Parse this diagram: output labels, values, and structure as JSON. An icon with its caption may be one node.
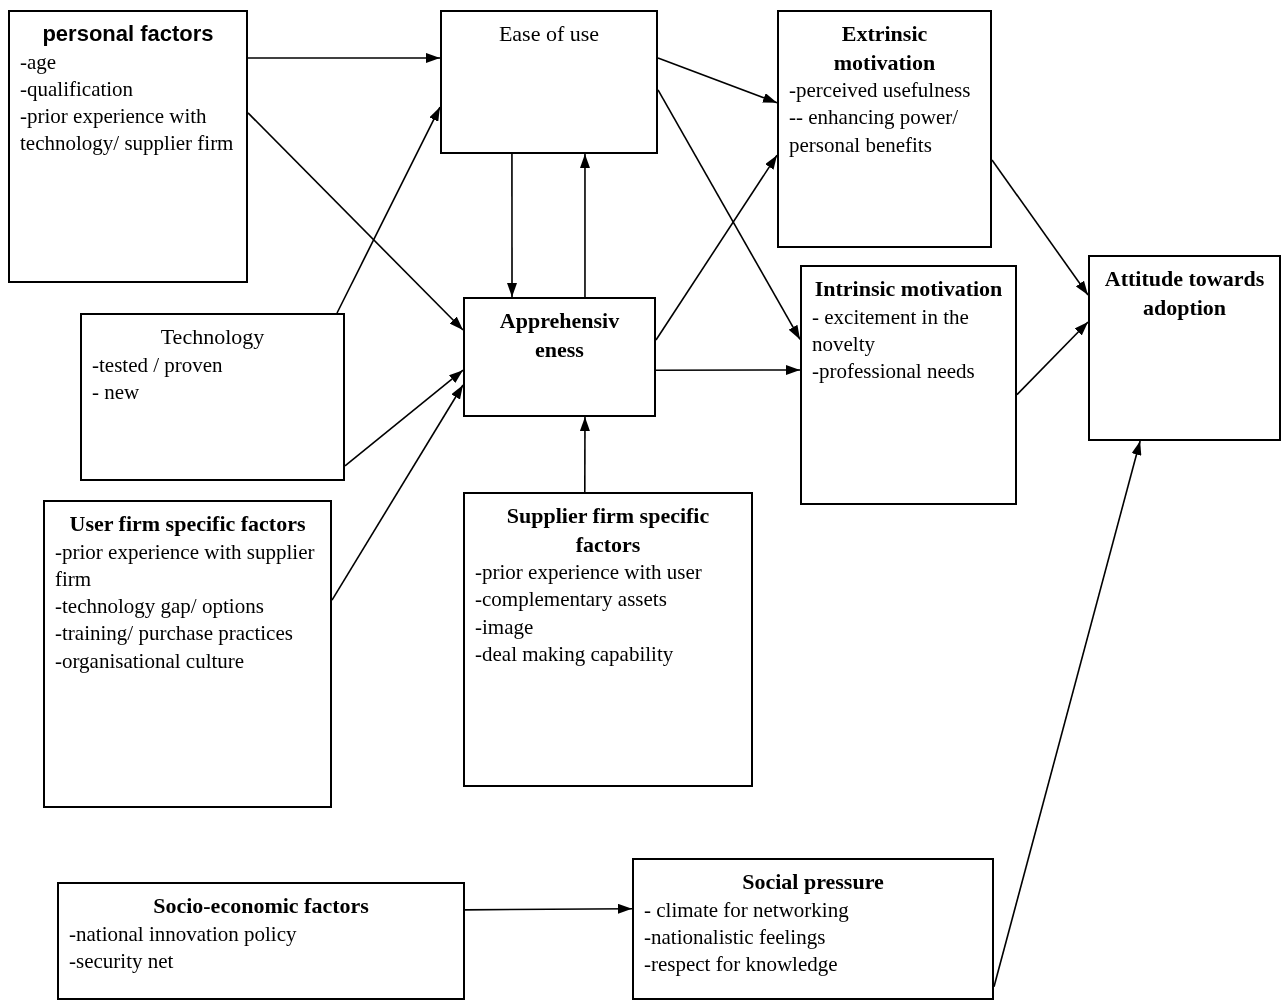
{
  "diagram": {
    "nodes": [
      {
        "text": [
          "personal factors",
          "-age",
          "-qualification",
          "-prior experience with technology/ supplier firm"
        ]
      },
      {
        "text": [
          "Ease of use"
        ]
      },
      {
        "text": [
          "Extrinsic motivation",
          "-perceived usefulness",
          "-- enhancing power/ personal benefits"
        ]
      },
      {
        "text": [
          "Technology",
          "-tested / proven",
          "- new"
        ]
      },
      {
        "text": [
          "Apprehensiv eness"
        ]
      },
      {
        "text": [
          "Intrinsic motivation",
          "- excitement  in the novelty",
          "-professional needs"
        ]
      },
      {
        "text": [
          "Attitude towards adoption"
        ]
      },
      {
        "text": [
          "User firm specific factors",
          "-prior experience with supplier firm",
          "-technology gap/ options",
          "-training/ purchase practices",
          "-organisational culture"
        ]
      },
      {
        "text": [
          "Supplier firm specific factors",
          "-prior experience with user",
          "-complementary assets",
          "-image",
          "-deal making capability"
        ]
      },
      {
        "text": [
          "Socio-economic factors",
          "-national innovation policy",
          "-security net"
        ]
      },
      {
        "text": [
          "Social pressure",
          "- climate for networking",
          "-nationalistic feelings",
          "-respect for knowledge"
        ]
      }
    ],
    "edges": [
      {
        "from": 0,
        "to": 1,
        "arrow": "to"
      },
      {
        "from": 0,
        "to": 4,
        "arrow": "to"
      },
      {
        "from": 3,
        "to": 1,
        "arrow": "to"
      },
      {
        "from": 3,
        "to": 4,
        "arrow": "to"
      },
      {
        "from": 7,
        "to": 4,
        "arrow": "to"
      },
      {
        "from": 1,
        "to": 2,
        "arrow": "to"
      },
      {
        "from": 1,
        "to": 5,
        "arrow": "to"
      },
      {
        "from": 1,
        "to": 4,
        "arrow": "to"
      },
      {
        "from": 4,
        "to": 1,
        "arrow": "to"
      },
      {
        "from": 4,
        "to": 2,
        "arrow": "to"
      },
      {
        "from": 4,
        "to": 5,
        "arrow": "to"
      },
      {
        "from": 8,
        "to": 4,
        "arrow": "to"
      },
      {
        "from": 2,
        "to": 6,
        "arrow": "to"
      },
      {
        "from": 5,
        "to": 6,
        "arrow": "to"
      },
      {
        "from": 10,
        "to": 6,
        "arrow": "to"
      },
      {
        "from": 9,
        "to": 10,
        "arrow": "to"
      }
    ]
  }
}
